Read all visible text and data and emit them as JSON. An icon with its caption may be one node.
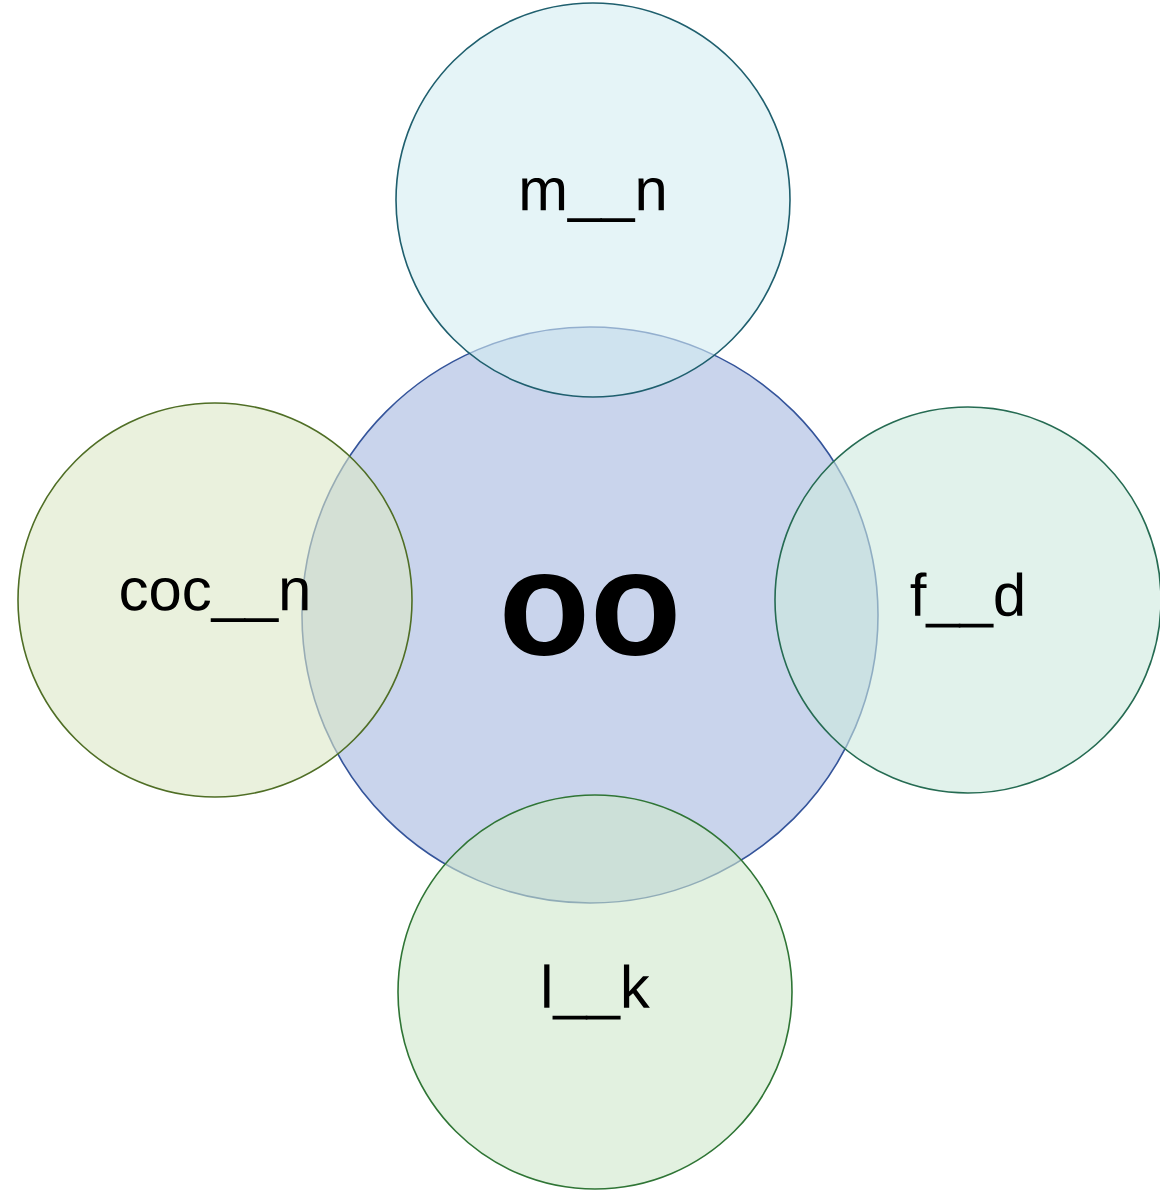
{
  "diagram": {
    "nodes": [
      {
        "text": [
          "m__n"
        ]
      },
      {
        "text": [
          "coc__n"
        ]
      },
      {
        "text": [
          "oo"
        ]
      },
      {
        "text": [
          "f__d"
        ]
      },
      {
        "text": [
          "l__k"
        ]
      }
    ]
  }
}
